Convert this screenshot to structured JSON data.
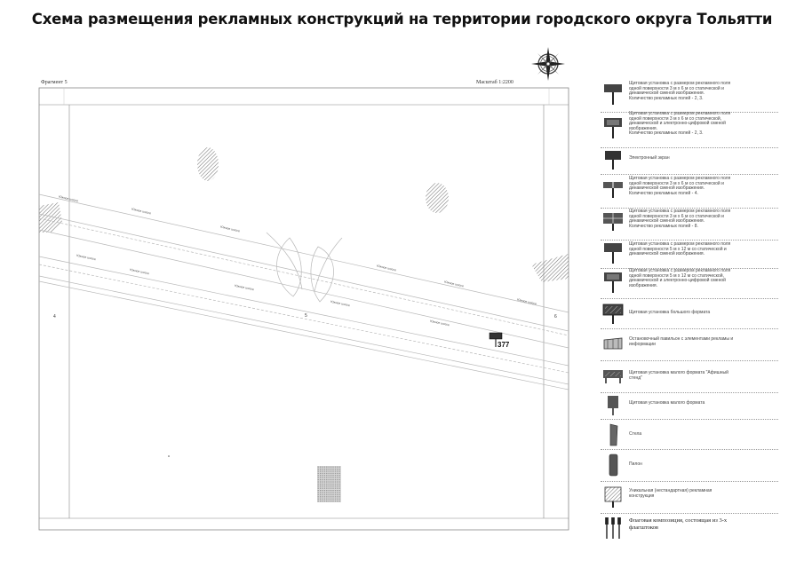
{
  "title": "Схема размещения рекламных конструкций на территории городского округа Тольятти",
  "map": {
    "fragment_label": "Фрагмент 5",
    "scale_label": "Масштаб 1:2200",
    "zone_numbers": {
      "left": "4",
      "center": "5",
      "right": "6"
    },
    "sign_number": "377",
    "road_labels": [
      "Южное шоссе",
      "Южное шоссе",
      "Южное шоссе",
      "Южное шоссе",
      "Южное шоссе",
      "Южное шоссе",
      "Южное шоссе",
      "Южное шоссе",
      "Южное шоссе",
      "Южное шоссе",
      "Южное шоссе"
    ]
  },
  "legend": [
    {
      "icon": "billboard-3x6-static-icon",
      "text": "Щитовая установка с размером рекламного поля\nодной поверхности 3 м х 6 м со статической и\nдинамической сменой изображения.\nКоличество рекламных полей - 2, 3."
    },
    {
      "icon": "billboard-3x6-digital-icon",
      "text": "Щитовая установка с размером рекламного поля\nодной поверхности 3 м х 6 м со статической,\nдинамической и электронно-цифровой сменой\nизображения.\nКоличество рекламных полей - 2, 3."
    },
    {
      "icon": "electronic-screen-icon",
      "text": "Электронный экран"
    },
    {
      "icon": "billboard-3x6-four-fields-icon",
      "text": "Щитовая установка с размером рекламного поля\nодной поверхности 3 м х 6 м со статической и\nдинамической сменой изображения.\nКоличество рекламных полей - 4."
    },
    {
      "icon": "billboard-3x6-eight-fields-icon",
      "text": "Щитовая установка с размером рекламного поля\nодной поверхности 3 м х 6 м со статической и\nдинамической сменой изображения.\nКоличество рекламных полей - 8."
    },
    {
      "icon": "billboard-5x12-static-icon",
      "text": "Щитовая установка с размером рекламного поля\nодной поверхности 5 м х 12 м со статической и\nдинамической сменой изображения."
    },
    {
      "icon": "billboard-5x12-digital-icon",
      "text": "Щитовая установка с размером рекламного поля\nодной поверхности 5 м х 12 м со статической,\nдинамической и электронно-цифровой сменой\nизображения."
    },
    {
      "icon": "large-format-billboard-icon",
      "text": "Щитовая установка большого формата"
    },
    {
      "icon": "pavilion-icon",
      "text": "Остановочный павильон с элементами рекламы и\nинформации"
    },
    {
      "icon": "small-format-billboard-city-format-icon",
      "text": "Щитовая установка малого формата \"Афишный\nстенд\""
    },
    {
      "icon": "small-format-billboard-icon",
      "text": "Щитовая установка малого формата"
    },
    {
      "icon": "stela-icon",
      "text": "Стела"
    },
    {
      "icon": "pylon-icon",
      "text": "Пилон"
    },
    {
      "icon": "unique-construction-icon",
      "text": "Уникальная (нестандартная) рекламная\nконструкция"
    },
    {
      "icon": "flag-composition-icon",
      "text": "Флаговая композиция, состоящая из 3-х\nфлагштоков"
    }
  ]
}
